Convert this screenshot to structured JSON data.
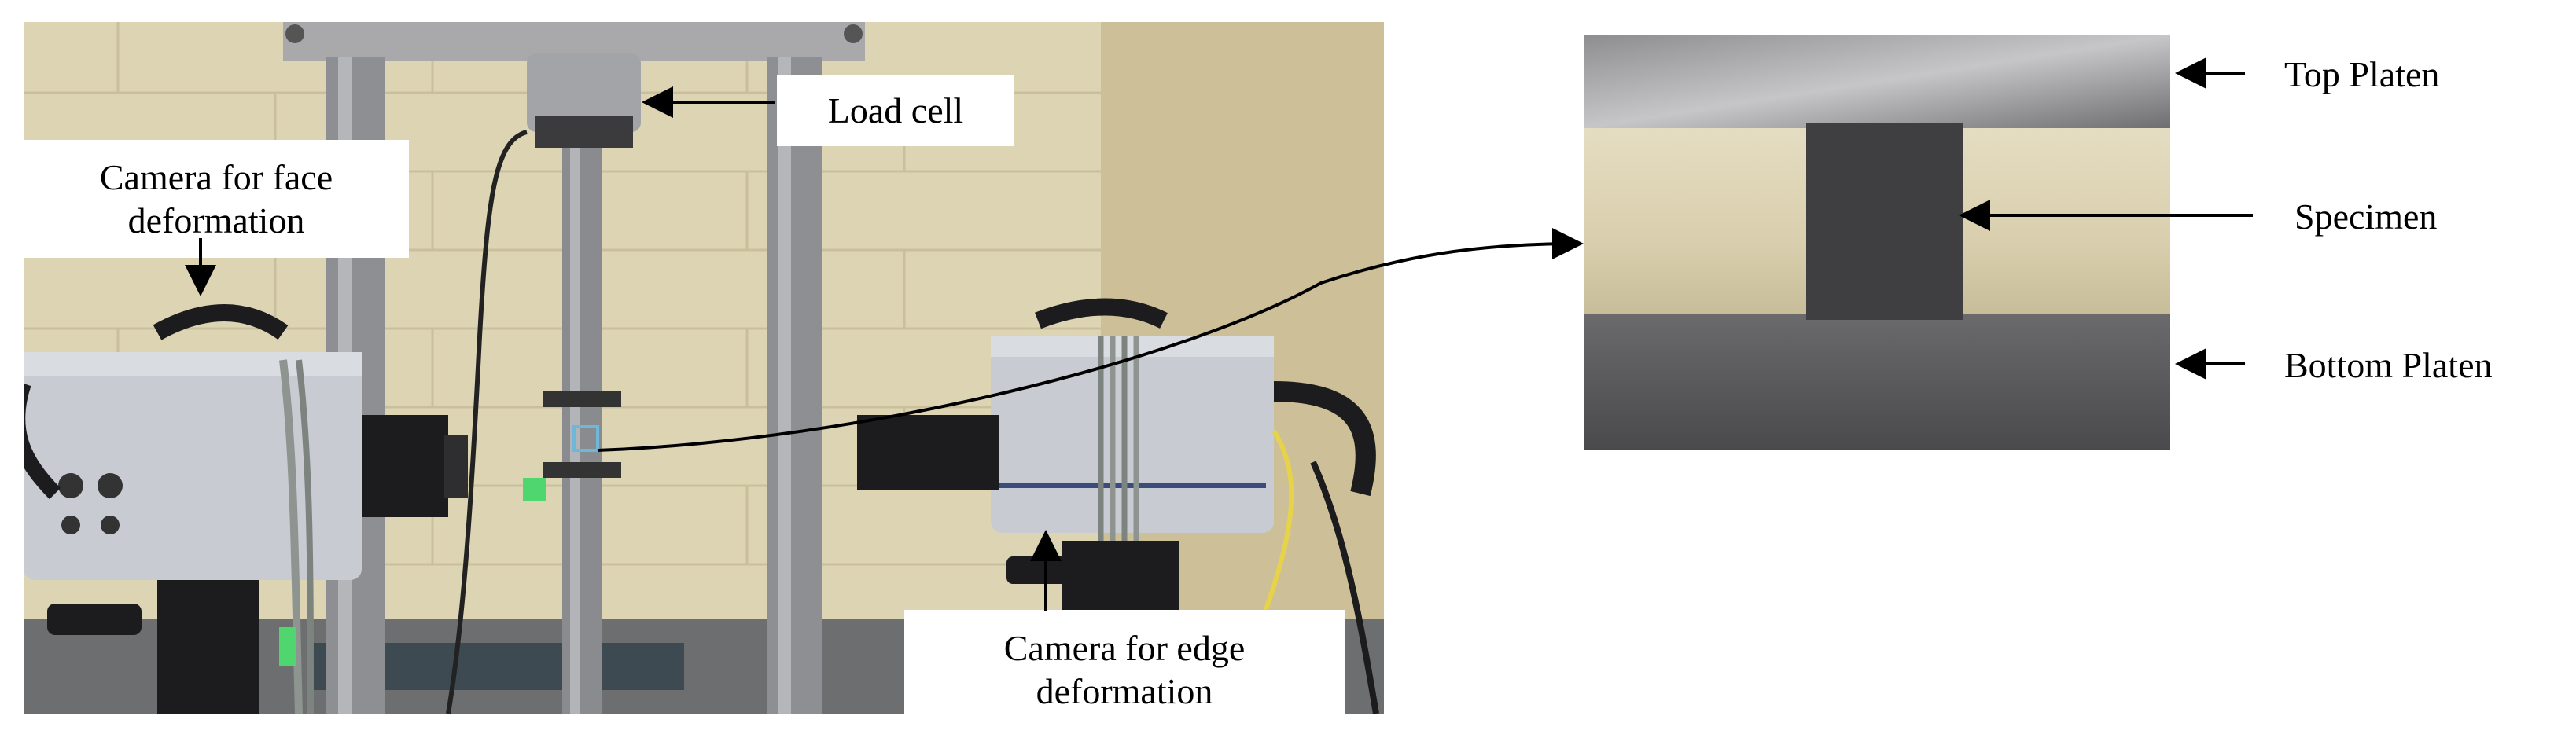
{
  "photo_labels": {
    "load_cell": "Load cell",
    "face_camera": "Camera for face deformation",
    "edge_camera": "Camera for edge deformation"
  },
  "detail_labels": {
    "top_platen": "Top Platen",
    "specimen": "Specimen",
    "bottom_platen": "Bottom Platen"
  },
  "colors": {
    "wall": "#ddd4b4",
    "column_steel": "#8e8f92",
    "camera_body": "#c8ccd2",
    "camera_dark": "#1c1c1e",
    "cable_yellow": "#e6d34a",
    "specimen_dark": "#3a3a3c",
    "platen_top": "#b8b8ba",
    "platen_bottom": "#5c5c5e"
  }
}
